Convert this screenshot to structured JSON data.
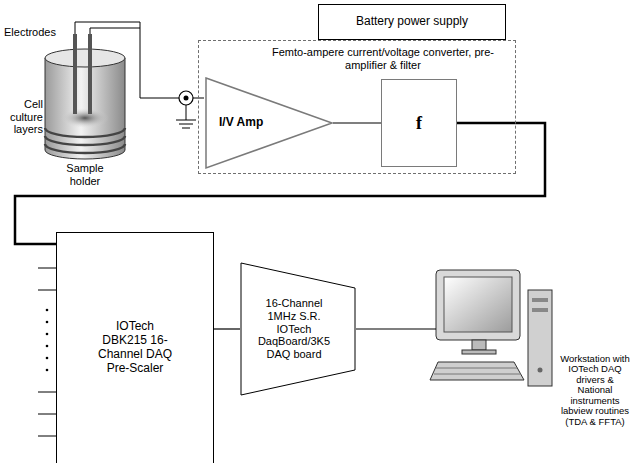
{
  "diagram": {
    "nodes": [
      {
        "text": [
          "Battery power supply"
        ]
      },
      {
        "text": [
          "Femto-ampere current/voltage converter, pre-amplifier & filter"
        ]
      },
      {
        "text": [
          "I/V Amp"
        ],
        "in": 1
      },
      {
        "text": [
          "f"
        ],
        "in": 1
      },
      {
        "text": [
          "IOTech DBK215 16-Channel DAQ Pre-Scaler"
        ]
      },
      {
        "text": [
          "16-Channel 1MHz S.R. IOTech DaqBoard/3K5 DAQ board"
        ]
      },
      {
        "text": [
          "Workstation with IOTech DAQ drivers & National instruments labview routines (TDA & FFTA)"
        ]
      }
    ],
    "edges": [
      {
        "from": 2,
        "to": 3,
        "arrow": "none"
      },
      {
        "from": 3,
        "to": 4,
        "arrow": "none"
      },
      {
        "from": 4,
        "to": 5,
        "arrow": "none"
      },
      {
        "from": 5,
        "to": 6,
        "arrow": "none"
      }
    ],
    "labels": [
      "Electrodes",
      "Cell culture layers",
      "Sample holder"
    ]
  }
}
